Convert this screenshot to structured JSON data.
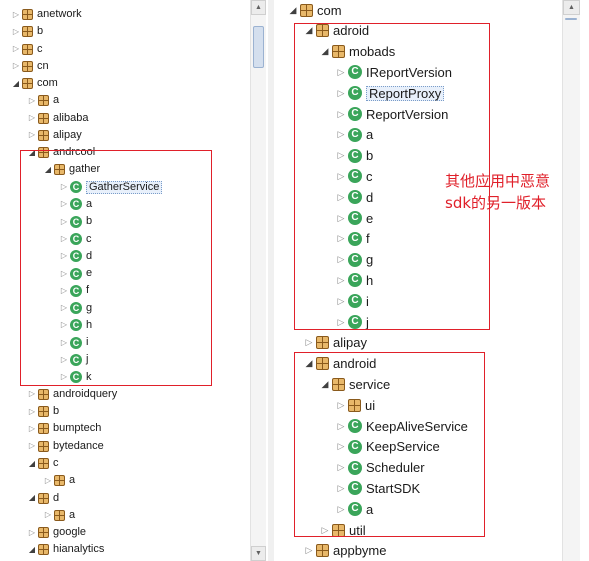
{
  "left_tree": [
    {
      "indent": 0,
      "toggle": "collapsed",
      "icon": "package",
      "label": "anetwork"
    },
    {
      "indent": 0,
      "toggle": "collapsed",
      "icon": "package",
      "label": "b"
    },
    {
      "indent": 0,
      "toggle": "collapsed",
      "icon": "package",
      "label": "c"
    },
    {
      "indent": 0,
      "toggle": "collapsed",
      "icon": "package",
      "label": "cn"
    },
    {
      "indent": 0,
      "toggle": "expanded",
      "icon": "package",
      "label": "com"
    },
    {
      "indent": 1,
      "toggle": "collapsed",
      "icon": "package",
      "label": "a"
    },
    {
      "indent": 1,
      "toggle": "collapsed",
      "icon": "package",
      "label": "alibaba"
    },
    {
      "indent": 1,
      "toggle": "collapsed",
      "icon": "package",
      "label": "alipay"
    },
    {
      "indent": 1,
      "toggle": "expanded",
      "icon": "package",
      "label": "andrcool"
    },
    {
      "indent": 2,
      "toggle": "expanded",
      "icon": "package",
      "label": "gather"
    },
    {
      "indent": 3,
      "toggle": "collapsed",
      "icon": "class",
      "label": "GatherService",
      "selected": true
    },
    {
      "indent": 3,
      "toggle": "collapsed",
      "icon": "class",
      "label": "a"
    },
    {
      "indent": 3,
      "toggle": "collapsed",
      "icon": "class",
      "label": "b"
    },
    {
      "indent": 3,
      "toggle": "collapsed",
      "icon": "class",
      "label": "c"
    },
    {
      "indent": 3,
      "toggle": "collapsed",
      "icon": "class",
      "label": "d"
    },
    {
      "indent": 3,
      "toggle": "collapsed",
      "icon": "class",
      "label": "e"
    },
    {
      "indent": 3,
      "toggle": "collapsed",
      "icon": "class",
      "label": "f"
    },
    {
      "indent": 3,
      "toggle": "collapsed",
      "icon": "class",
      "label": "g"
    },
    {
      "indent": 3,
      "toggle": "collapsed",
      "icon": "class",
      "label": "h"
    },
    {
      "indent": 3,
      "toggle": "collapsed",
      "icon": "class",
      "label": "i"
    },
    {
      "indent": 3,
      "toggle": "collapsed",
      "icon": "class",
      "label": "j"
    },
    {
      "indent": 3,
      "toggle": "collapsed",
      "icon": "class",
      "label": "k"
    },
    {
      "indent": 1,
      "toggle": "collapsed",
      "icon": "package",
      "label": "androidquery"
    },
    {
      "indent": 1,
      "toggle": "collapsed",
      "icon": "package",
      "label": "b"
    },
    {
      "indent": 1,
      "toggle": "collapsed",
      "icon": "package",
      "label": "bumptech"
    },
    {
      "indent": 1,
      "toggle": "collapsed",
      "icon": "package",
      "label": "bytedance"
    },
    {
      "indent": 1,
      "toggle": "expanded",
      "icon": "package",
      "label": "c"
    },
    {
      "indent": 2,
      "toggle": "collapsed",
      "icon": "package",
      "label": "a"
    },
    {
      "indent": 1,
      "toggle": "expanded",
      "icon": "package",
      "label": "d"
    },
    {
      "indent": 2,
      "toggle": "collapsed",
      "icon": "package",
      "label": "a"
    },
    {
      "indent": 1,
      "toggle": "collapsed",
      "icon": "package",
      "label": "google"
    },
    {
      "indent": 1,
      "toggle": "expanded",
      "icon": "package",
      "label": "hianalytics"
    }
  ],
  "right_tree": [
    {
      "indent": 0,
      "toggle": "expanded",
      "icon": "package",
      "label": "com"
    },
    {
      "indent": 1,
      "toggle": "expanded",
      "icon": "package",
      "label": "adroid"
    },
    {
      "indent": 2,
      "toggle": "expanded",
      "icon": "package",
      "label": "mobads"
    },
    {
      "indent": 3,
      "toggle": "collapsed",
      "icon": "class",
      "label": "IReportVersion"
    },
    {
      "indent": 3,
      "toggle": "collapsed",
      "icon": "class",
      "label": "ReportProxy",
      "selected": true
    },
    {
      "indent": 3,
      "toggle": "collapsed",
      "icon": "class",
      "label": "ReportVersion"
    },
    {
      "indent": 3,
      "toggle": "collapsed",
      "icon": "class",
      "label": "a"
    },
    {
      "indent": 3,
      "toggle": "collapsed",
      "icon": "class",
      "label": "b"
    },
    {
      "indent": 3,
      "toggle": "collapsed",
      "icon": "class",
      "label": "c"
    },
    {
      "indent": 3,
      "toggle": "collapsed",
      "icon": "class",
      "label": "d"
    },
    {
      "indent": 3,
      "toggle": "collapsed",
      "icon": "class",
      "label": "e"
    },
    {
      "indent": 3,
      "toggle": "collapsed",
      "icon": "class",
      "label": "f"
    },
    {
      "indent": 3,
      "toggle": "collapsed",
      "icon": "class",
      "label": "g"
    },
    {
      "indent": 3,
      "toggle": "collapsed",
      "icon": "class",
      "label": "h"
    },
    {
      "indent": 3,
      "toggle": "collapsed",
      "icon": "class",
      "label": "i"
    },
    {
      "indent": 3,
      "toggle": "collapsed",
      "icon": "class",
      "label": "j"
    },
    {
      "indent": 1,
      "toggle": "collapsed",
      "icon": "package",
      "label": "alipay"
    },
    {
      "indent": 1,
      "toggle": "expanded",
      "icon": "package",
      "label": "android"
    },
    {
      "indent": 2,
      "toggle": "expanded",
      "icon": "package",
      "label": "service"
    },
    {
      "indent": 3,
      "toggle": "collapsed",
      "icon": "package",
      "label": "ui"
    },
    {
      "indent": 3,
      "toggle": "collapsed",
      "icon": "class",
      "label": "KeepAliveService"
    },
    {
      "indent": 3,
      "toggle": "collapsed",
      "icon": "class",
      "label": "KeepService"
    },
    {
      "indent": 3,
      "toggle": "collapsed",
      "icon": "class",
      "label": "Scheduler"
    },
    {
      "indent": 3,
      "toggle": "collapsed",
      "icon": "class",
      "label": "StartSDK"
    },
    {
      "indent": 3,
      "toggle": "collapsed",
      "icon": "class",
      "label": "a"
    },
    {
      "indent": 2,
      "toggle": "collapsed",
      "icon": "package",
      "label": "util"
    },
    {
      "indent": 1,
      "toggle": "collapsed",
      "icon": "package",
      "label": "appbyme"
    }
  ],
  "annotation_text": [
    "其他应用中恶意",
    "sdk的另一版本"
  ],
  "icons": {
    "package": "package-icon",
    "class": "class-icon",
    "collapsed": "triangle-right-icon",
    "expanded": "triangle-down-icon",
    "class_glyph": "C",
    "scroll_up": "▲",
    "scroll_down": "▼"
  },
  "colors": {
    "highlight_box": "#e0202a",
    "class_icon": "#3aa55a",
    "package_icon": "#e8b86a"
  }
}
